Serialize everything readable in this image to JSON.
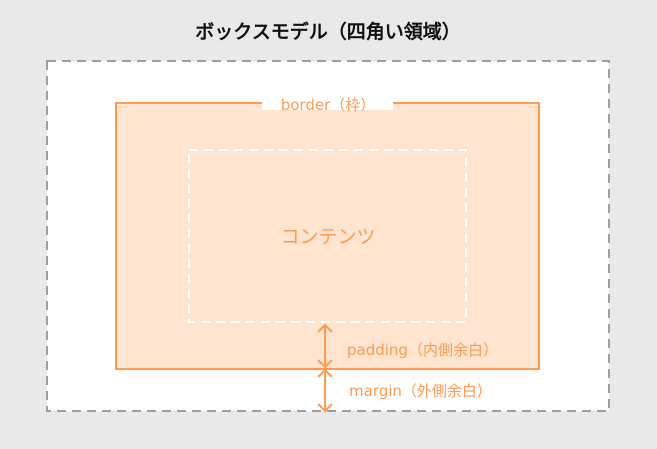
{
  "title": "ボックスモデル（四角い領域）",
  "labels": {
    "border": "border（枠）",
    "content": "コンテンツ",
    "padding": "padding（内側余白）",
    "margin": "margin（外側余白）"
  },
  "colors": {
    "background": "#e9e9e9",
    "margin_box": "#ffffff",
    "margin_dash": "#9e9e9e",
    "accent": "#ff9a50",
    "border_fill": "#ffe5d0",
    "content_dash": "#ffffff",
    "title": "#111111"
  }
}
